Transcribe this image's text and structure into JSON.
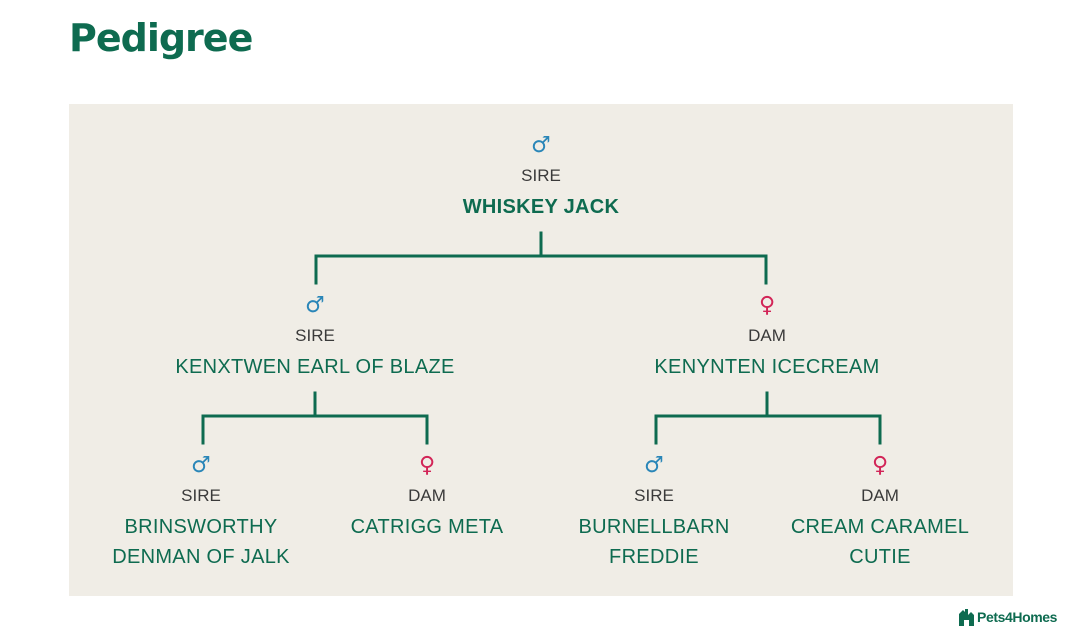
{
  "page": {
    "title": "Pedigree"
  },
  "pedigree": {
    "root": {
      "symbol": "♂",
      "role": "SIRE",
      "name": "WHISKEY JACK"
    },
    "sire": {
      "symbol": "♂",
      "role": "SIRE",
      "name": "KENXTWEN EARL OF BLAZE"
    },
    "dam": {
      "symbol": "♀",
      "role": "DAM",
      "name": "KENYNTEN ICECREAM"
    },
    "sire_sire": {
      "symbol": "♂",
      "role": "SIRE",
      "name": "BRINSWORTHY DENMAN OF JALK"
    },
    "sire_dam": {
      "symbol": "♀",
      "role": "DAM",
      "name": "CATRIGG META"
    },
    "dam_sire": {
      "symbol": "♂",
      "role": "SIRE",
      "name": "BURNELLBARN FREDDIE"
    },
    "dam_dam": {
      "symbol": "♀",
      "role": "DAM",
      "name": "CREAM CARAMEL CUTIE"
    }
  },
  "colors": {
    "brand": "#0e6b50",
    "male": "#2a86b8",
    "female": "#d22457",
    "panel": "#f0ede6"
  },
  "branding": {
    "logo_text": "Pets4Homes"
  }
}
